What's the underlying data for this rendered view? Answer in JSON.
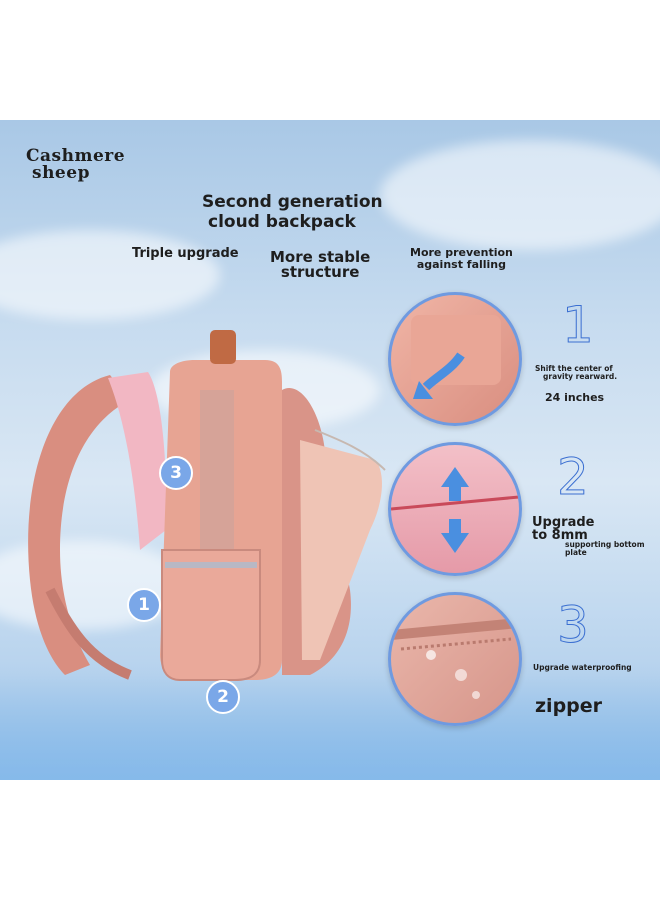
{
  "brand": {
    "line1": "Cashmere",
    "line2": "sheep"
  },
  "headline": {
    "line1": "Second generation",
    "line2": "cloud backpack"
  },
  "features": {
    "triple": "Triple upgrade",
    "stable_line1": "More stable",
    "stable_line2": "structure",
    "prevention_line1": "More prevention",
    "prevention_line2": "against falling"
  },
  "callouts": [
    {
      "number": "1",
      "line1": "Shift the center of",
      "line2": "gravity rearward.",
      "extra": "24 inches"
    },
    {
      "number": "2",
      "title_line1": "Upgrade",
      "title_line2": "to 8mm",
      "line1": "supporting bottom",
      "line2": "plate"
    },
    {
      "number": "3",
      "line1": "Upgrade waterproofing",
      "extra": "zipper"
    }
  ],
  "badges": [
    "3",
    "1",
    "2"
  ],
  "colors": {
    "backpack": "#e8a898",
    "accent": "#6f9ae0",
    "number": "#3b6fd1",
    "sky": "#c6dbef"
  }
}
